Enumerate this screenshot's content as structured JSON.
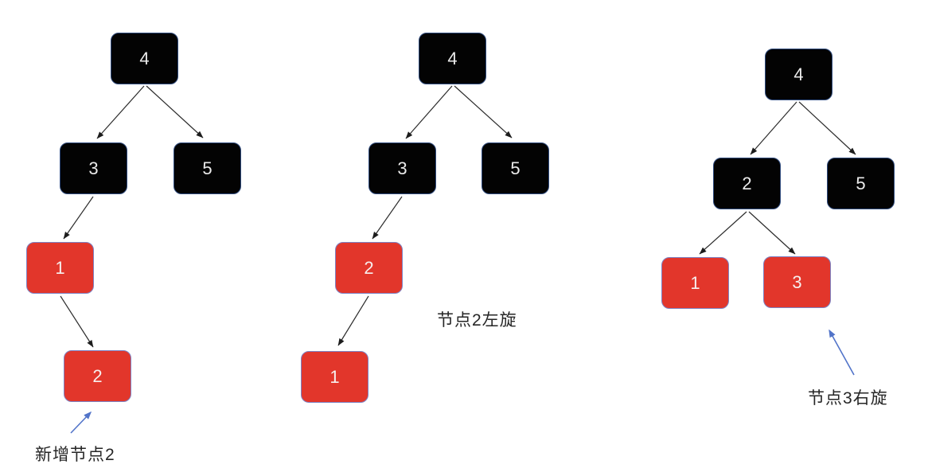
{
  "diagram": {
    "subject": "red-black tree insert and rotation steps",
    "colors": {
      "background": "#ffffff",
      "black_node_fill": "#030303",
      "black_node_border": "#2e4a7d",
      "red_node_fill": "#e2362b",
      "red_node_border": "#7d82c3",
      "node_text": "#ebebeb",
      "edge_line": "#2b2b2b",
      "annotation_arrow": "#5274c9",
      "annotation_text": "#262626"
    },
    "trees": [
      {
        "id": "step-1-insert",
        "annotation": "新增节点2",
        "nodes": [
          {
            "value": "4",
            "color": "black"
          },
          {
            "value": "3",
            "color": "black"
          },
          {
            "value": "5",
            "color": "black"
          },
          {
            "value": "1",
            "color": "red"
          },
          {
            "value": "2",
            "color": "red"
          }
        ],
        "edges": [
          "4->3",
          "4->5",
          "3->1",
          "1->2"
        ]
      },
      {
        "id": "step-2-left-rotate",
        "annotation": "节点2左旋",
        "nodes": [
          {
            "value": "4",
            "color": "black"
          },
          {
            "value": "3",
            "color": "black"
          },
          {
            "value": "5",
            "color": "black"
          },
          {
            "value": "2",
            "color": "red"
          },
          {
            "value": "1",
            "color": "red"
          }
        ],
        "edges": [
          "4->3",
          "4->5",
          "3->2",
          "2->1"
        ]
      },
      {
        "id": "step-3-right-rotate",
        "annotation": "节点3右旋",
        "nodes": [
          {
            "value": "4",
            "color": "black"
          },
          {
            "value": "2",
            "color": "black"
          },
          {
            "value": "5",
            "color": "black"
          },
          {
            "value": "1",
            "color": "red"
          },
          {
            "value": "3",
            "color": "red"
          }
        ],
        "edges": [
          "4->2",
          "4->5",
          "2->1",
          "2->3"
        ]
      }
    ]
  }
}
